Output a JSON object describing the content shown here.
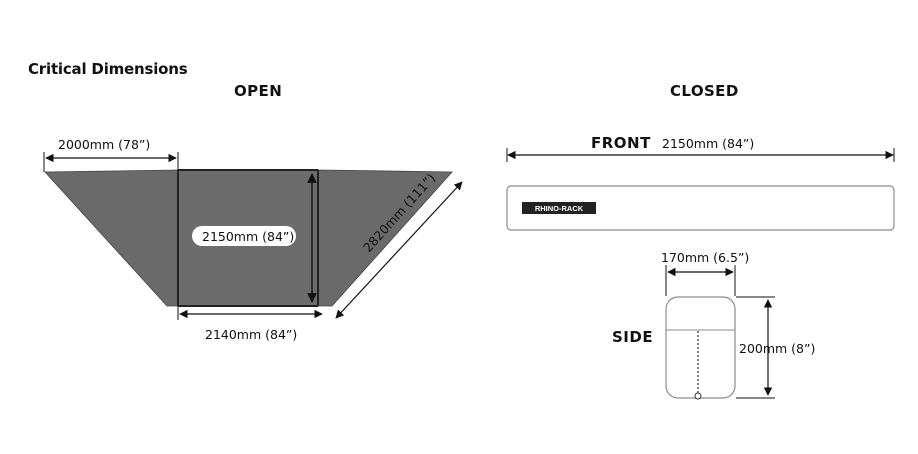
{
  "diagram": {
    "title": "Critical Dimensions",
    "open": {
      "heading": "OPEN",
      "dim_top_width": "2000mm (78”)",
      "dim_center_height": "2150mm (84”)",
      "dim_bottom_width": "2140mm (84”)",
      "dim_diagonal": "2820mm (111”)"
    },
    "closed": {
      "heading": "CLOSED",
      "front_label": "FRONT",
      "front_dim": "2150mm (84”)",
      "logo_text": "RHINO-RACK",
      "side_label": "SIDE",
      "side_width": "170mm (6.5”)",
      "side_height": "200mm (8”)"
    },
    "colors": {
      "panel_fill": "#6a6a6a",
      "panel_dark": "#575757",
      "line": "#111111",
      "case_fill": "#ffffff",
      "case_stroke": "#8a8a8a",
      "logo_bg": "#222222",
      "logo_text": "#ffffff"
    }
  }
}
